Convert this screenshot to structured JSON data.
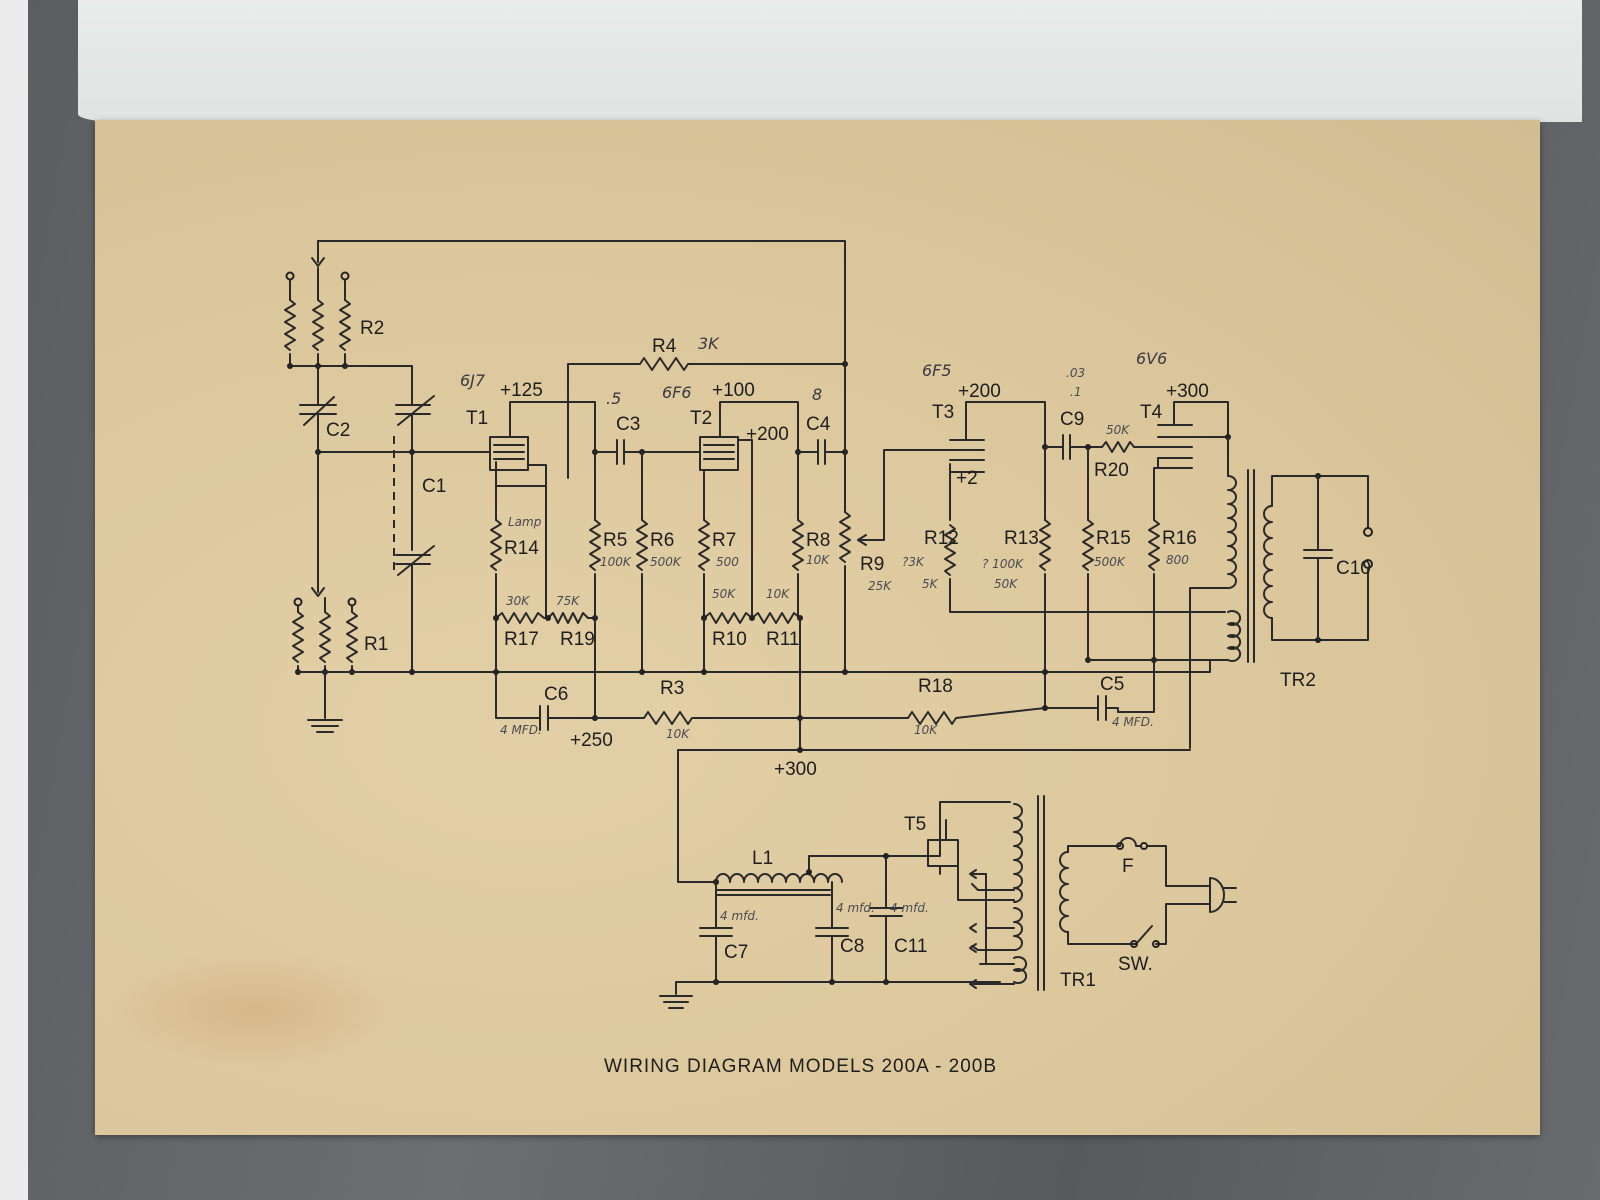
{
  "caption": "WIRING DIAGRAM MODELS 200A - 200B",
  "labels": {
    "R1": "R1",
    "R2": "R2",
    "R3": "R3",
    "R4": "R4",
    "R5": "R5",
    "R6": "R6",
    "R7": "R7",
    "R8": "R8",
    "R9": "R9",
    "R10": "R10",
    "R11": "R11",
    "R12": "R12",
    "R13": "R13",
    "R14": "R14",
    "R15": "R15",
    "R16": "R16",
    "R17": "R17",
    "R18": "R18",
    "R19": "R19",
    "R20": "R20",
    "C1": "C1",
    "C2": "C2",
    "C3": "C3",
    "C4": "C4",
    "C5": "C5",
    "C6": "C6",
    "C7": "C7",
    "C8": "C8",
    "C9": "C9",
    "C10": "C10",
    "C11": "C11",
    "T1": "T1",
    "T2": "T2",
    "T3": "T3",
    "T4": "T4",
    "T5": "T5",
    "L1": "L1",
    "TR1": "TR1",
    "TR2": "TR2",
    "F": "F",
    "SW": "SW."
  },
  "voltages": {
    "t1_plate": "+125",
    "t2_plate": "+100",
    "t2_screen": "+200",
    "t3_plate": "+200",
    "t3_cathode": "+2",
    "t4_plate": "+300",
    "supply_250": "+250",
    "supply_300": "+300"
  },
  "annotations": {
    "r4": "3K",
    "t1_type": "6J7",
    "t2_type": "6F6",
    "t3_type": "6F5",
    "t4_type": "6V6",
    "c3": ".5",
    "c4": "8",
    "c9_a": ".03",
    "c9_b": ".1",
    "r20": "50K",
    "r14": "Lamp",
    "r5": "100K",
    "r6": "500K",
    "r7": "500",
    "r8": "10K",
    "r9": "25K",
    "r12_a": "?3K",
    "r12_b": "5K",
    "r13_a": "? 100K",
    "r13_b": "50K",
    "r15": "500K",
    "r16": "800",
    "r17": "30K",
    "r19": "75K",
    "r10": "50K",
    "r11": "10K",
    "c6": "4 MFD.",
    "r3": "10K",
    "r18": "10K",
    "c5": "4 MFD.",
    "c7": "4 mfd.",
    "c8": "4 mfd.",
    "c11": "4 mfd."
  }
}
